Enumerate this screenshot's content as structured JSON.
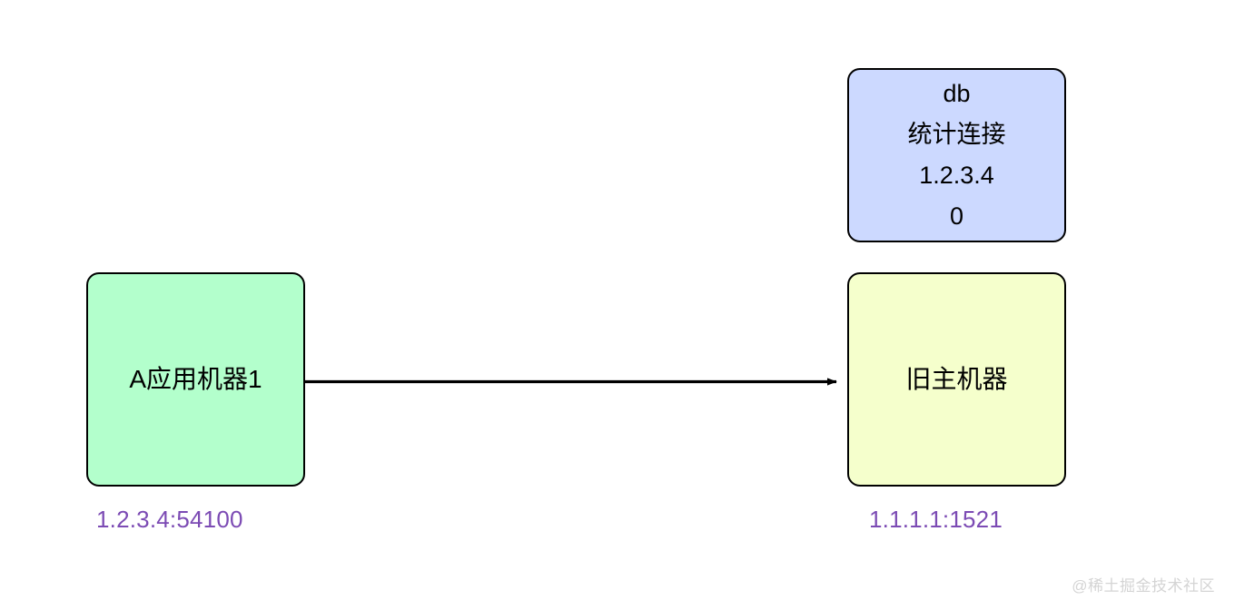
{
  "diagram": {
    "background_color": "#ffffff",
    "nodes": [
      {
        "id": "db",
        "lines": [
          "db",
          "统计连接",
          "1.2.3.4",
          "0"
        ],
        "fill_color": "#ccd9ff",
        "stroke_color": "#000000",
        "text_color": "#000000"
      },
      {
        "id": "app",
        "label": "A应用机器1",
        "fill_color": "#b3ffcc",
        "stroke_color": "#000000",
        "text_color": "#000000"
      },
      {
        "id": "oldmaster",
        "label": "旧主机器",
        "fill_color": "#f5ffcc",
        "stroke_color": "#000000",
        "text_color": "#000000"
      }
    ],
    "labels": {
      "app_endpoint": "1.2.3.4:54100",
      "oldmaster_endpoint": "1.1.1.1:1521",
      "endpoint_color": "#7c4bb4"
    },
    "edges": [
      {
        "id": "app-to-oldmaster",
        "from": "app",
        "to": "oldmaster",
        "label": "",
        "color": "#000000",
        "arrow": "filled-triangle"
      }
    ],
    "watermark": "@稀土掘金技术社区"
  }
}
